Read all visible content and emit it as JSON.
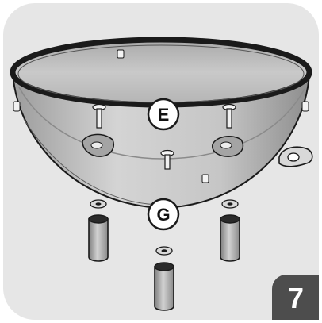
{
  "callouts": {
    "bowl_part": "E",
    "leg_part": "G"
  },
  "step": {
    "number": "7"
  },
  "icons": {
    "bowl": "kettle-bowl-icon",
    "bolt": "bolt-icon",
    "leg_socket": "leg-socket-icon",
    "leg": "leg-icon",
    "washer": "washer-icon",
    "handle": "handle-icon"
  },
  "colors": {
    "panel": "#e6e6e6",
    "bowl": "#bdbdbd",
    "outline": "#1a1a1a",
    "badge": "#4d4d4d"
  }
}
